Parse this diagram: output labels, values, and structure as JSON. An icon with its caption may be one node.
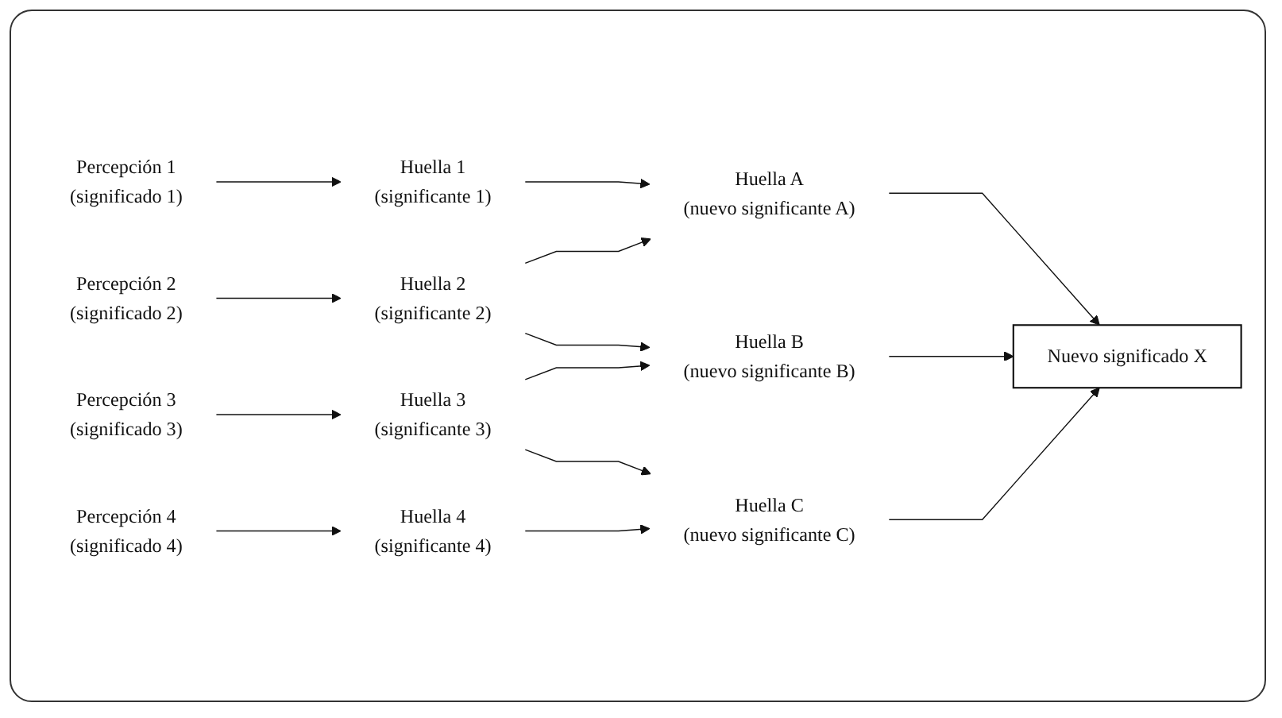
{
  "diagram": {
    "nodes": [
      {
        "text": [
          "Percepción 1",
          "(significado 1)"
        ]
      },
      {
        "text": [
          "Percepción 2",
          "(significado 2)"
        ]
      },
      {
        "text": [
          "Percepción 3",
          "(significado 3)"
        ]
      },
      {
        "text": [
          "Percepción 4",
          "(significado 4)"
        ]
      },
      {
        "text": [
          "Huella 1",
          "(significante 1)"
        ]
      },
      {
        "text": [
          "Huella 2",
          "(significante 2)"
        ]
      },
      {
        "text": [
          "Huella 3",
          "(significante 3)"
        ]
      },
      {
        "text": [
          "Huella 4",
          "(significante 4)"
        ]
      },
      {
        "text": [
          "Huella A",
          "(nuevo significante A)"
        ]
      },
      {
        "text": [
          "Huella B",
          "(nuevo significante B)"
        ]
      },
      {
        "text": [
          "Huella C",
          "(nuevo significante C)"
        ]
      },
      {
        "text": [
          "Nuevo significado X"
        ]
      }
    ],
    "edges": [
      {
        "from": 0,
        "to": 4,
        "arrow": "to"
      },
      {
        "from": 1,
        "to": 5,
        "arrow": "to"
      },
      {
        "from": 2,
        "to": 6,
        "arrow": "to"
      },
      {
        "from": 3,
        "to": 7,
        "arrow": "to"
      },
      {
        "from": 4,
        "to": 8,
        "arrow": "to"
      },
      {
        "from": 5,
        "to": 8,
        "arrow": "to"
      },
      {
        "from": 5,
        "to": 9,
        "arrow": "to"
      },
      {
        "from": 6,
        "to": 9,
        "arrow": "to"
      },
      {
        "from": 6,
        "to": 10,
        "arrow": "to"
      },
      {
        "from": 7,
        "to": 10,
        "arrow": "to"
      },
      {
        "from": 8,
        "to": 11,
        "arrow": "to"
      },
      {
        "from": 9,
        "to": 11,
        "arrow": "to"
      },
      {
        "from": 10,
        "to": 11,
        "arrow": "to"
      }
    ]
  }
}
